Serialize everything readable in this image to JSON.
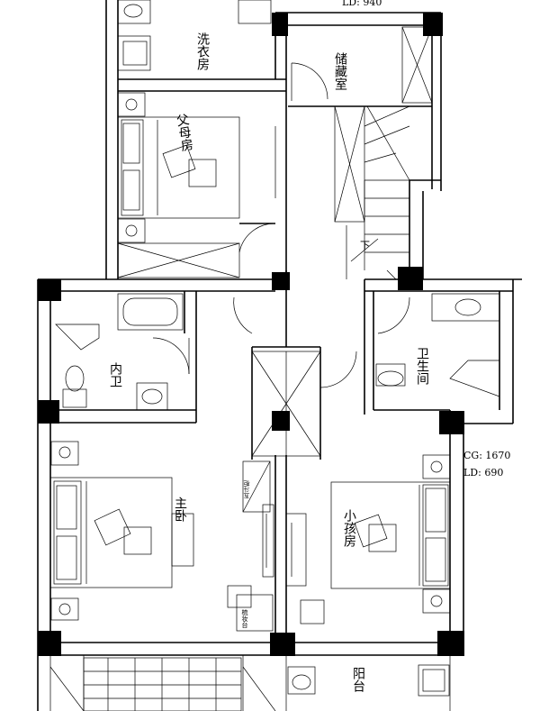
{
  "rooms": {
    "laundry": "洗衣房",
    "storage": "储藏室",
    "parents": "父母房",
    "inner_bath": "内卫",
    "bathroom": "卫生间",
    "master": "主卧",
    "child": "小孩房",
    "balcony": "阳台"
  },
  "labels": {
    "top_dim": "LD: 940",
    "cg": "CG: 1670",
    "ld": "LD: 690",
    "stair_down": "下",
    "vanity_master": "五斗柜",
    "vanity_child": "梳妆台"
  }
}
